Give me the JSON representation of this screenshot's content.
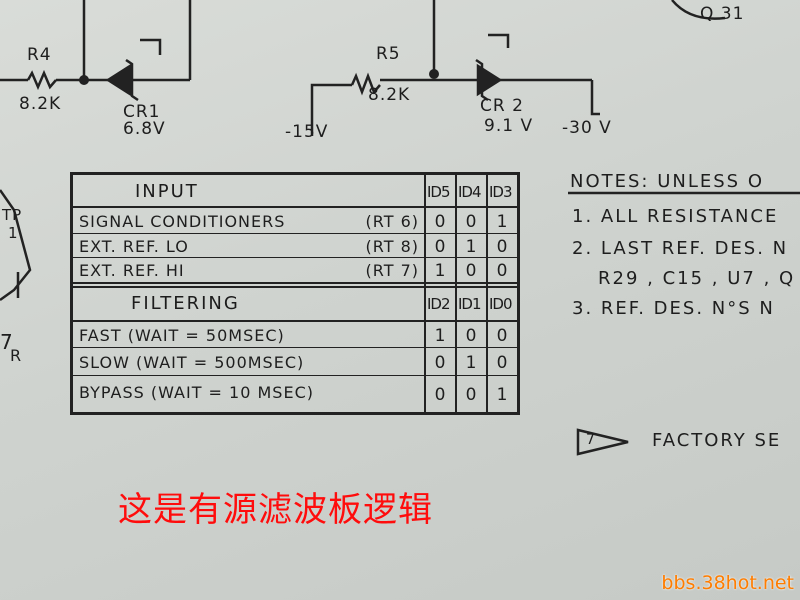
{
  "schematic": {
    "q31": "Q 31",
    "r4": {
      "ref": "R4",
      "value": "8.2K"
    },
    "cr1": {
      "ref": "CR1",
      "value": "6.8V"
    },
    "r5": {
      "ref": "R5",
      "value": "8.2K"
    },
    "cr2": {
      "ref": "CR 2",
      "value": "9.1 V"
    },
    "neg15": "-15V",
    "neg30": "-30 V",
    "tp": {
      "ref": "TP",
      "num": "1"
    },
    "r_partial": "R",
    "seven_partial": "7"
  },
  "table": {
    "input_header": "INPUT",
    "input_cols": [
      "ID5",
      "ID4",
      "ID3"
    ],
    "input_rows": [
      {
        "name": "SIGNAL  CONDITIONERS",
        "code": "(RT 6)",
        "bits": [
          "0",
          "0",
          "1"
        ]
      },
      {
        "name": "EXT. REF.  LO",
        "code": "(RT 8)",
        "bits": [
          "0",
          "1",
          "0"
        ]
      },
      {
        "name": "EXT. REF.  HI",
        "code": "(RT 7)",
        "bits": [
          "1",
          "0",
          "0"
        ]
      }
    ],
    "filter_header": "FILTERING",
    "filter_cols": [
      "ID2",
      "ID1",
      "ID0"
    ],
    "filter_rows": [
      {
        "name": "FAST  (WAIT = 50MSEC)",
        "bits": [
          "1",
          "0",
          "0"
        ]
      },
      {
        "name": "SLOW  (WAIT = 500MSEC)",
        "bits": [
          "0",
          "1",
          "0"
        ]
      },
      {
        "name": "BYPASS  (WAIT = 10 MSEC)",
        "bits": [
          "0",
          "0",
          "1"
        ]
      }
    ]
  },
  "notes": {
    "title": "NOTES:  UNLESS  O",
    "line1": "1. ALL  RESISTANCE",
    "line2": "2. LAST  REF.  DES. N",
    "line2b": "R29 , C15 , U7 , Q",
    "line3": "3. REF.  DES. N°S  N",
    "flag_num": "7",
    "factory": "FACTORY  SE"
  },
  "caption": "这是有源滤波板逻辑",
  "watermark": "bbs.38hot.net",
  "colors": {
    "ink": "#1e1e1e",
    "caption": "#ff0c0c",
    "watermark": "#ff7d00"
  }
}
